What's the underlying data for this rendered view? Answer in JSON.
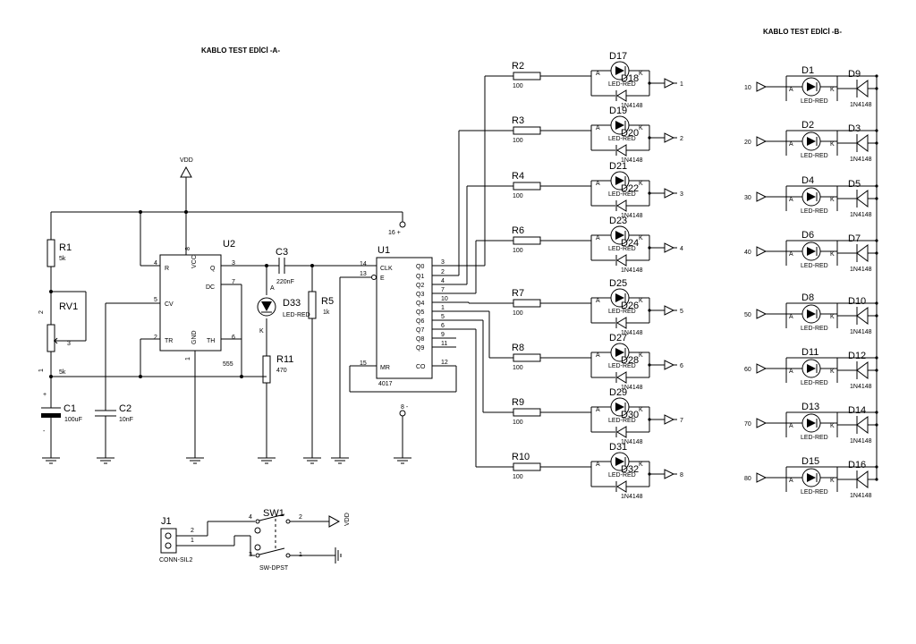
{
  "titles": {
    "a": "KABLO TEST EDİCİ -A-",
    "b": "KABLO TEST EDİCİ -B-"
  },
  "power": {
    "vdd": "VDD",
    "pin16": "16 +",
    "pin8": "8 -"
  },
  "timer": {
    "ref": "U2",
    "part": "555",
    "pins": {
      "r": "R",
      "q": "Q",
      "cv": "CV",
      "dc": "DC",
      "tr": "TR",
      "th": "TH",
      "vcc": "VCC",
      "gnd": "GND"
    },
    "nums": {
      "r": "4",
      "q": "3",
      "cv": "5",
      "dc": "7",
      "tr": "2",
      "th": "6",
      "vcc": "8",
      "gnd": "1"
    }
  },
  "counter": {
    "ref": "U1",
    "part": "4017",
    "left": [
      {
        "pin": "14",
        "label": "CLK"
      },
      {
        "pin": "13",
        "label": "E"
      },
      {
        "pin": "15",
        "label": "MR"
      }
    ],
    "right": [
      {
        "pin": "3",
        "label": "Q0"
      },
      {
        "pin": "2",
        "label": "Q1"
      },
      {
        "pin": "4",
        "label": "Q2"
      },
      {
        "pin": "7",
        "label": "Q3"
      },
      {
        "pin": "10",
        "label": "Q4"
      },
      {
        "pin": "1",
        "label": "Q5"
      },
      {
        "pin": "5",
        "label": "Q6"
      },
      {
        "pin": "6",
        "label": "Q7"
      },
      {
        "pin": "9",
        "label": "Q8"
      },
      {
        "pin": "11",
        "label": "Q9"
      },
      {
        "pin": "12",
        "label": "CO"
      }
    ]
  },
  "parts": {
    "r1": {
      "ref": "R1",
      "value": "5k"
    },
    "rv1": {
      "ref": "RV1",
      "value": "5k",
      "p1": "1",
      "p2": "2",
      "p3": "3"
    },
    "c1": {
      "ref": "C1",
      "value": "100uF",
      "plus": "+",
      "minus": "-"
    },
    "c2": {
      "ref": "C2",
      "value": "10nF"
    },
    "c3": {
      "ref": "C3",
      "value": "220nF"
    },
    "r5": {
      "ref": "R5",
      "value": "1k"
    },
    "d33": {
      "ref": "D33",
      "value": "LED-RED",
      "a": "A",
      "k": "K"
    },
    "r11": {
      "ref": "R11",
      "value": "470"
    },
    "j1": {
      "ref": "J1",
      "value": "CONN-SIL2",
      "p1": "1",
      "p2": "2"
    },
    "sw1": {
      "ref": "SW1",
      "value": "SW-DPST",
      "p1": "1",
      "p2": "2",
      "p3": "3",
      "p4": "4",
      "vdd": "VDD"
    }
  },
  "channels_a": [
    {
      "r": "R2",
      "rv": "100",
      "led": "D17",
      "dio": "D18",
      "out": "1"
    },
    {
      "r": "R3",
      "rv": "100",
      "led": "D19",
      "dio": "D20",
      "out": "2"
    },
    {
      "r": "R4",
      "rv": "100",
      "led": "D21",
      "dio": "D22",
      "out": "3"
    },
    {
      "r": "R6",
      "rv": "100",
      "led": "D23",
      "dio": "D24",
      "out": "4"
    },
    {
      "r": "R7",
      "rv": "100",
      "led": "D25",
      "dio": "D26",
      "out": "5"
    },
    {
      "r": "R8",
      "rv": "100",
      "led": "D27",
      "dio": "D28",
      "out": "6"
    },
    {
      "r": "R9",
      "rv": "100",
      "led": "D29",
      "dio": "D30",
      "out": "7"
    },
    {
      "r": "R10",
      "rv": "100",
      "led": "D31",
      "dio": "D32",
      "out": "8"
    }
  ],
  "channels_b": [
    {
      "in": "10",
      "led": "D1",
      "dio": "D9"
    },
    {
      "in": "20",
      "led": "D2",
      "dio": "D3"
    },
    {
      "in": "30",
      "led": "D4",
      "dio": "D5"
    },
    {
      "in": "40",
      "led": "D6",
      "dio": "D7"
    },
    {
      "in": "50",
      "led": "D8",
      "dio": "D10"
    },
    {
      "in": "60",
      "led": "D11",
      "dio": "D12"
    },
    {
      "in": "70",
      "led": "D13",
      "dio": "D14"
    },
    {
      "in": "80",
      "led": "D15",
      "dio": "D16"
    }
  ],
  "common": {
    "led_value": "LED-RED",
    "diode_value": "1N4148",
    "a": "A",
    "k": "K"
  }
}
